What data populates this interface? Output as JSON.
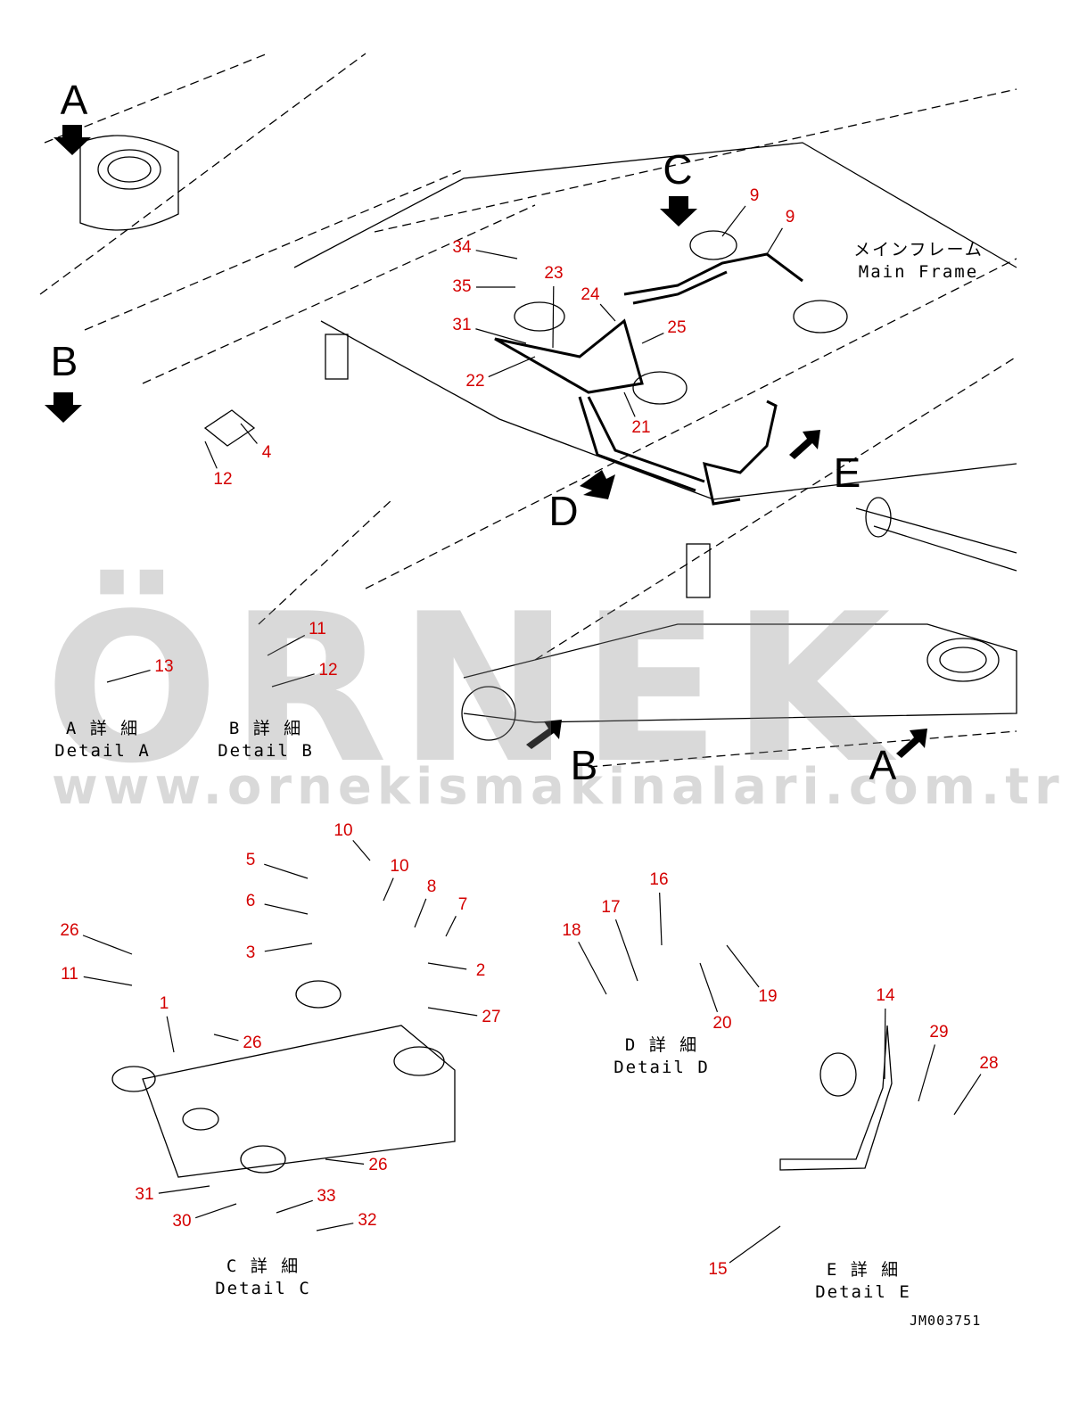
{
  "diagram": {
    "view_letters": [
      "A",
      "B",
      "C",
      "D",
      "E",
      "B",
      "A"
    ],
    "part_numbers": [
      "34",
      "35",
      "31",
      "22",
      "23",
      "24",
      "25",
      "21",
      "9",
      "9",
      "4",
      "12",
      "13",
      "11",
      "12",
      "10",
      "10",
      "5",
      "6",
      "8",
      "7",
      "26",
      "3",
      "2",
      "11",
      "1",
      "27",
      "26",
      "26",
      "31",
      "33",
      "30",
      "32",
      "16",
      "17",
      "18",
      "19",
      "20",
      "14",
      "29",
      "28",
      "15"
    ],
    "main_frame_jp": "メインフレーム",
    "main_frame_en": "Main Frame",
    "details": [
      {
        "jp": "A 詳 細",
        "en": "Detail A"
      },
      {
        "jp": "B 詳 細",
        "en": "Detail B"
      },
      {
        "jp": "C 詳 細",
        "en": "Detail C"
      },
      {
        "jp": "D 詳 細",
        "en": "Detail D"
      },
      {
        "jp": "E 詳 細",
        "en": "Detail E"
      }
    ],
    "drawing_code": "JM003751",
    "label_color": "#d40000"
  },
  "watermark": {
    "brand": "ÖRNEK",
    "url": "www.ornekismakinalari.com.tr"
  }
}
